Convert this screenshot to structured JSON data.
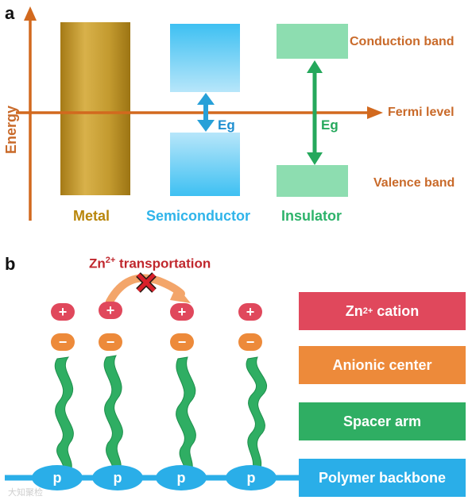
{
  "panel_a": {
    "letter": "a",
    "y_axis_label": "Energy",
    "labels": {
      "conduction": "Conduction band",
      "fermi": "Fermi level",
      "valence": "Valence band"
    },
    "materials": {
      "metal": "Metal",
      "semiconductor": "Semiconductor",
      "insulator": "Insulator"
    },
    "eg_label": "Eg",
    "colors": {
      "axis": "#d2691e",
      "metal": "#b8860b",
      "semiconductor": "#3bbcf0",
      "insulator": "#2eb36b",
      "semiconductor_arrow": "#27a0d8",
      "insulator_arrow": "#25a85c"
    }
  },
  "panel_b": {
    "letter": "b",
    "transport_title": "Zn",
    "transport_sup": "2+",
    "transport_rest": " transportation",
    "plus_symbol": "+",
    "minus_symbol": "−",
    "p_label": "p",
    "legend": {
      "cation_main": "Zn",
      "cation_sup": "2+",
      "cation_rest": " cation",
      "anionic": "Anionic center",
      "spacer": "Spacer arm",
      "backbone": "Polymer backbone"
    },
    "colors": {
      "cation": "#e0485c",
      "anionic": "#ed8a3a",
      "spacer": "#2fae63",
      "backbone": "#2aaee8",
      "block_x": "#d8202a"
    }
  },
  "watermark": "大知聚检"
}
